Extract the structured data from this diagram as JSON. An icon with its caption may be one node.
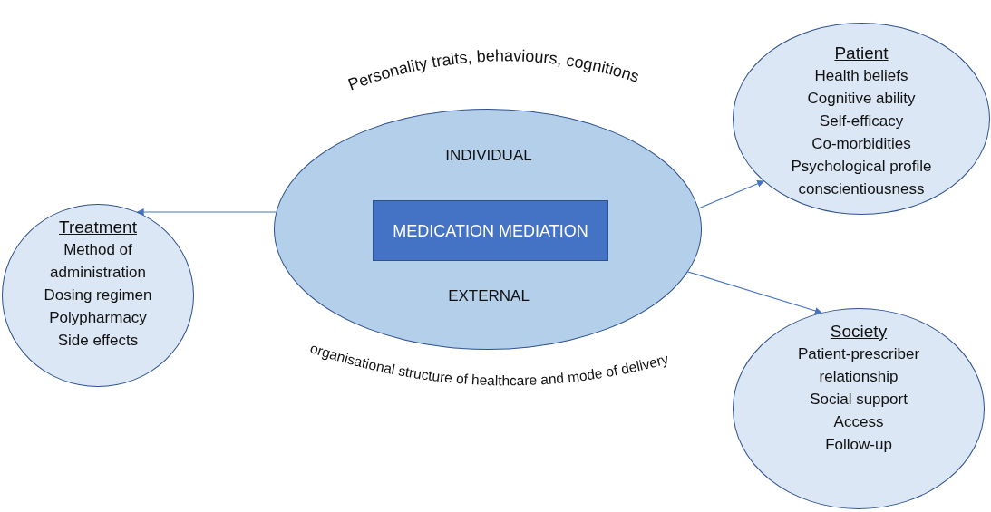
{
  "diagram": {
    "nodes": [
      {
        "text": [
          "INDIVIDUAL",
          "EXTERNAL"
        ]
      },
      {
        "text": [
          "MEDICATION MEDIATION"
        ],
        "in": 0
      },
      {
        "text": [
          "Patient",
          "Health beliefs",
          "Cognitive ability",
          "Self-efficacy",
          "Co-morbidities",
          "Psychological profile",
          "conscientiousness"
        ]
      },
      {
        "text": [
          "Treatment",
          "Method of administration",
          "Dosing regimen",
          "Polypharmacy",
          "Side effects"
        ]
      },
      {
        "text": [
          "Society",
          "Patient-prescriber relationship",
          "Social support",
          "Access",
          "Follow-up"
        ]
      }
    ],
    "edges": [
      {
        "from": 0,
        "to": 2,
        "arrow": "to"
      },
      {
        "from": 0,
        "to": 3,
        "arrow": "to"
      },
      {
        "from": 0,
        "to": 4,
        "arrow": "to"
      }
    ],
    "labels": [
      "Personality traits, behaviours, cognitions",
      "organisational structure of healthcare and mode of delivery"
    ]
  }
}
